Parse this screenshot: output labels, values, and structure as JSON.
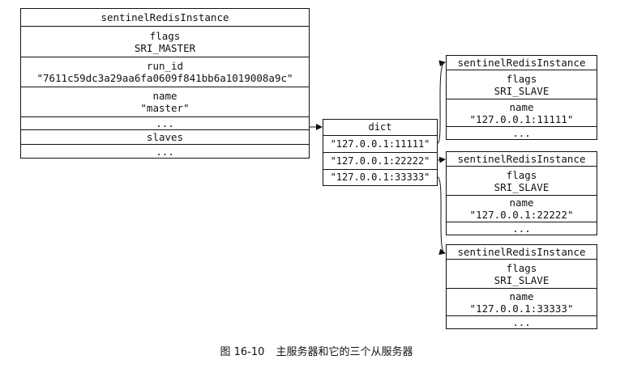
{
  "master": {
    "title": "sentinelRedisInstance",
    "flags_label": "flags",
    "flags_value": "SRI_MASTER",
    "run_id_label": "run_id",
    "run_id_value": "\"7611c59dc3a29aa6fa0609f841bb6a1019008a9c\"",
    "name_label": "name",
    "name_value": "\"master\"",
    "ellipsis_1": "...",
    "slaves_label": "slaves",
    "ellipsis_2": "..."
  },
  "dict": {
    "title": "dict",
    "keys": [
      "\"127.0.0.1:11111\"",
      "\"127.0.0.1:22222\"",
      "\"127.0.0.1:33333\""
    ]
  },
  "slaves": [
    {
      "title": "sentinelRedisInstance",
      "flags_label": "flags",
      "flags_value": "SRI_SLAVE",
      "name_label": "name",
      "name_value": "\"127.0.0.1:11111\"",
      "ellipsis": "..."
    },
    {
      "title": "sentinelRedisInstance",
      "flags_label": "flags",
      "flags_value": "SRI_SLAVE",
      "name_label": "name",
      "name_value": "\"127.0.0.1:22222\"",
      "ellipsis": "..."
    },
    {
      "title": "sentinelRedisInstance",
      "flags_label": "flags",
      "flags_value": "SRI_SLAVE",
      "name_label": "name",
      "name_value": "\"127.0.0.1:33333\"",
      "ellipsis": "..."
    }
  ],
  "caption": {
    "figure_number": "图 16-10",
    "text": "主服务器和它的三个从服务器"
  },
  "colors": {
    "line": "#111111",
    "background": "#ffffff"
  }
}
